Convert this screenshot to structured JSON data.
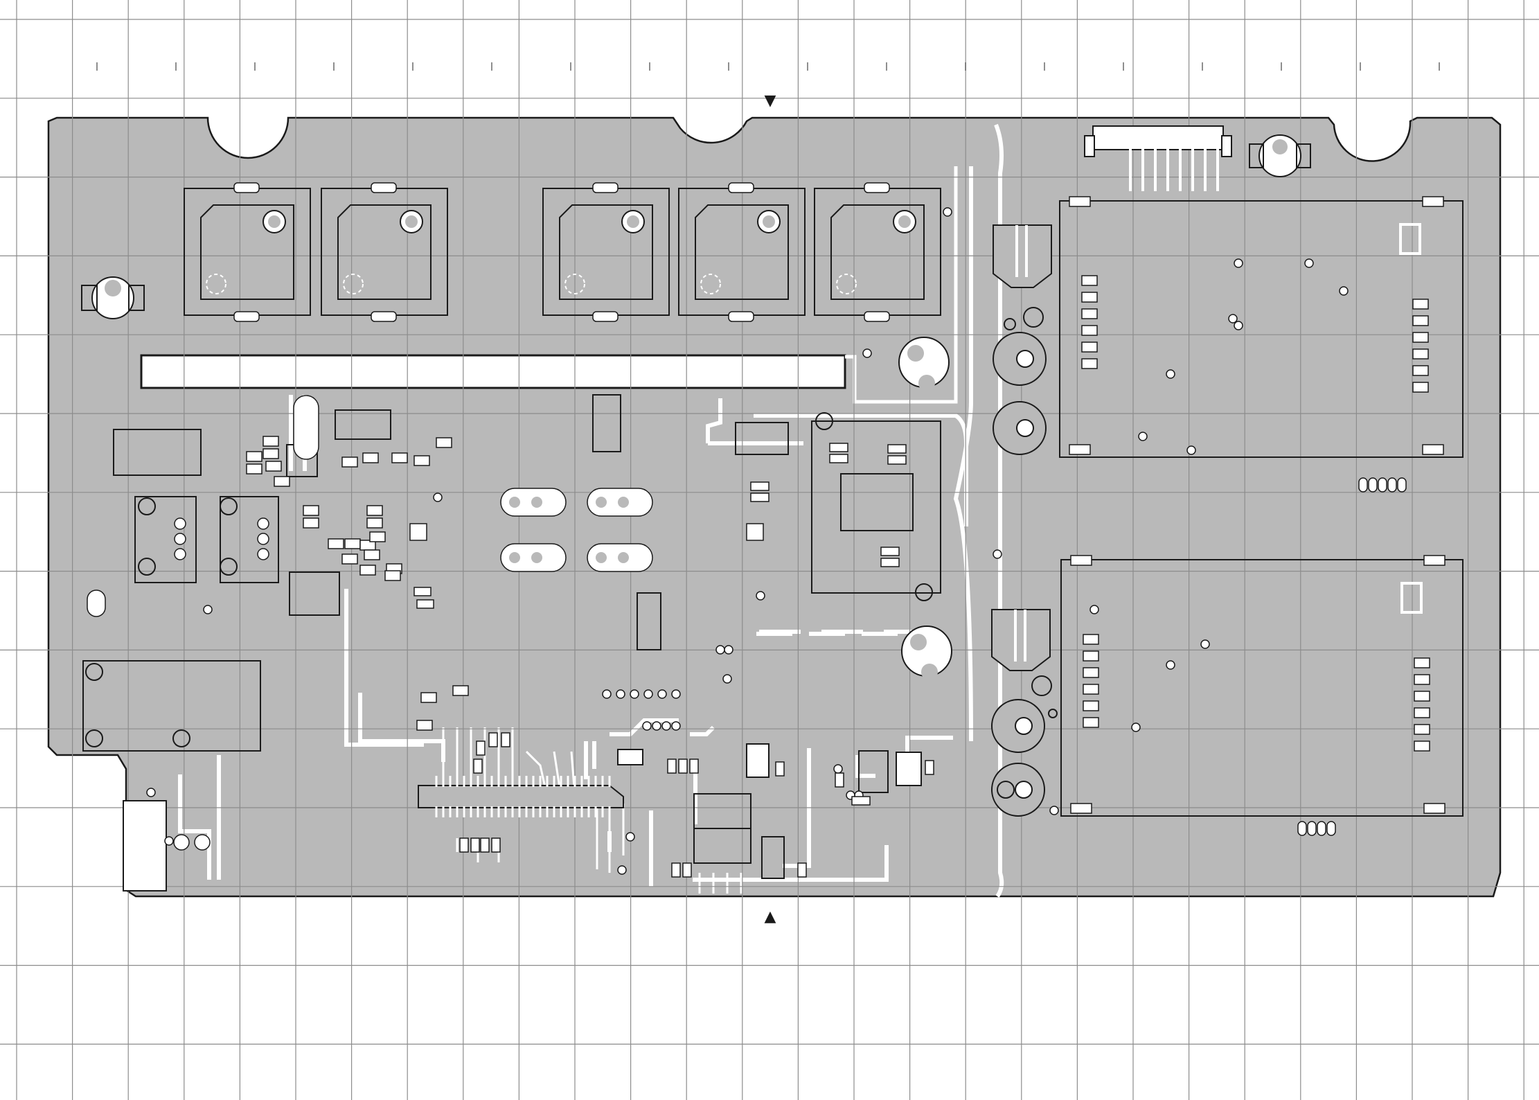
{
  "diagram": {
    "kind": "pcb-layout",
    "grid": {
      "columns": 20,
      "rows": 14
    },
    "markers": [
      {
        "name": "top-arrow-marker",
        "symbol": "▼"
      },
      {
        "name": "bottom-arrow-marker",
        "symbol": "▲"
      }
    ],
    "legend_table": {
      "rows": 5,
      "cols": 6,
      "cells": []
    },
    "small_legend": {
      "rows": 4,
      "cells": []
    }
  },
  "colors": {
    "board": "#b9b9b9",
    "line": "#1a1a1a",
    "grid": "#8c8c8c",
    "trace": "#ffffff",
    "background": "#ffffff"
  }
}
